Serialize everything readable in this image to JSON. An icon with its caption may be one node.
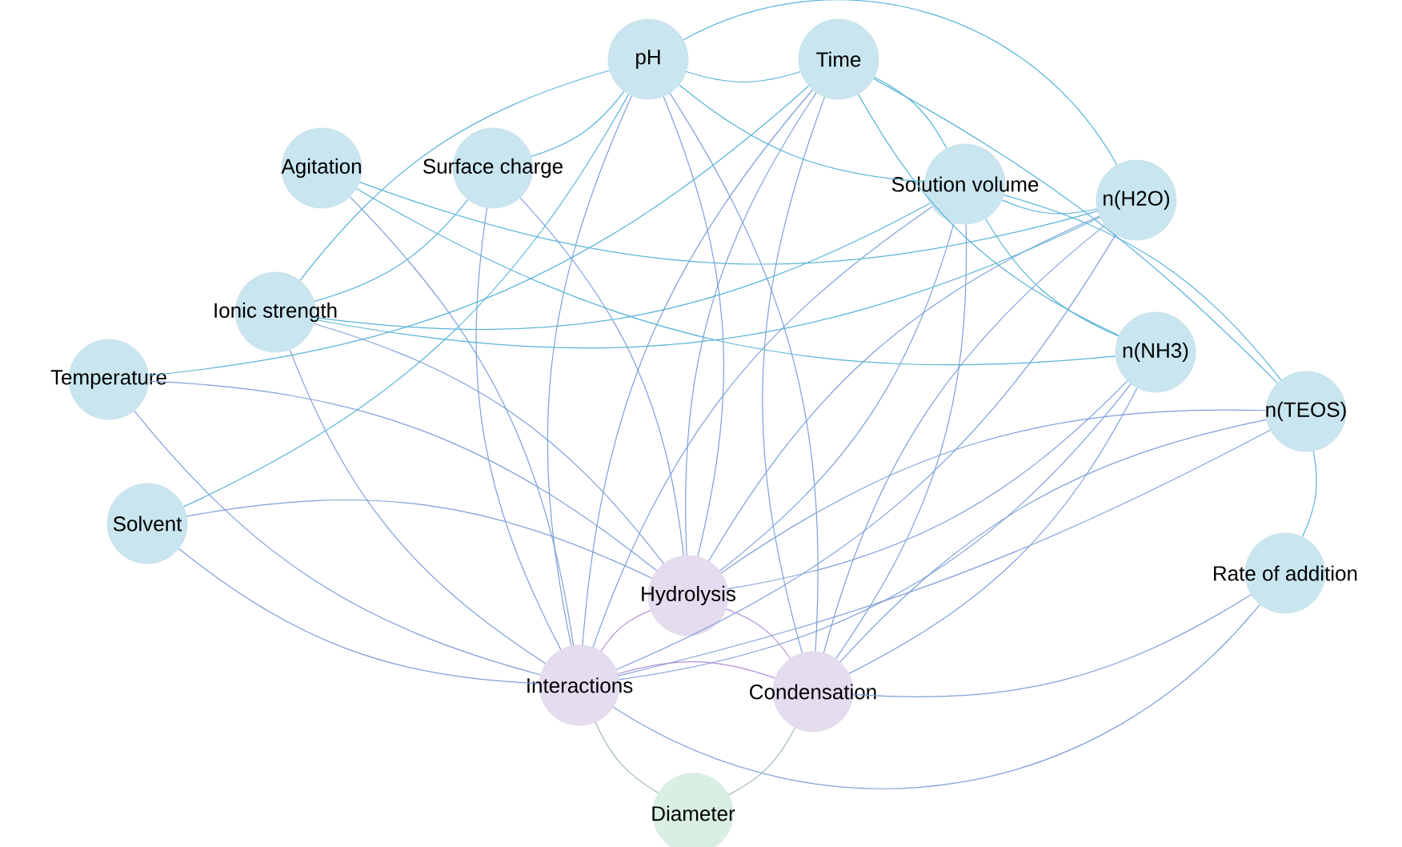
{
  "diagram": {
    "nodes": [
      {
        "text": [
          "pH"
        ]
      },
      {
        "text": [
          "Time"
        ]
      },
      {
        "text": [
          "Agitation"
        ]
      },
      {
        "text": [
          "Surface charge"
        ]
      },
      {
        "text": [
          "Solution volume"
        ]
      },
      {
        "text": [
          "n(H2O)"
        ]
      },
      {
        "text": [
          "Ionic strength"
        ]
      },
      {
        "text": [
          "n(NH3)"
        ]
      },
      {
        "text": [
          "Temperature"
        ]
      },
      {
        "text": [
          "n(TEOS)"
        ]
      },
      {
        "text": [
          "Solvent"
        ]
      },
      {
        "text": [
          "Rate of addition"
        ]
      },
      {
        "text": [
          "Hydrolysis"
        ]
      },
      {
        "text": [
          "Interactions"
        ]
      },
      {
        "text": [
          "Condensation"
        ]
      },
      {
        "text": [
          "Diameter"
        ]
      }
    ],
    "edges": [
      {
        "from": 0,
        "to": 12,
        "arrow": "none"
      },
      {
        "from": 0,
        "to": 13,
        "arrow": "none"
      },
      {
        "from": 0,
        "to": 14,
        "arrow": "none"
      },
      {
        "from": 1,
        "to": 12,
        "arrow": "none"
      },
      {
        "from": 1,
        "to": 13,
        "arrow": "none"
      },
      {
        "from": 1,
        "to": 14,
        "arrow": "none"
      },
      {
        "from": 3,
        "to": 12,
        "arrow": "none"
      },
      {
        "from": 3,
        "to": 13,
        "arrow": "none"
      },
      {
        "from": 4,
        "to": 12,
        "arrow": "none"
      },
      {
        "from": 4,
        "to": 13,
        "arrow": "none"
      },
      {
        "from": 4,
        "to": 14,
        "arrow": "none"
      },
      {
        "from": 5,
        "to": 12,
        "arrow": "none"
      },
      {
        "from": 5,
        "to": 13,
        "arrow": "none"
      },
      {
        "from": 5,
        "to": 14,
        "arrow": "none"
      },
      {
        "from": 7,
        "to": 12,
        "arrow": "none"
      },
      {
        "from": 7,
        "to": 13,
        "arrow": "none"
      },
      {
        "from": 7,
        "to": 14,
        "arrow": "none"
      },
      {
        "from": 9,
        "to": 12,
        "arrow": "none"
      },
      {
        "from": 9,
        "to": 13,
        "arrow": "none"
      },
      {
        "from": 9,
        "to": 14,
        "arrow": "none"
      },
      {
        "from": 8,
        "to": 12,
        "arrow": "none"
      },
      {
        "from": 8,
        "to": 13,
        "arrow": "none"
      },
      {
        "from": 10,
        "to": 12,
        "arrow": "none"
      },
      {
        "from": 10,
        "to": 13,
        "arrow": "none"
      },
      {
        "from": 6,
        "to": 12,
        "arrow": "none"
      },
      {
        "from": 6,
        "to": 13,
        "arrow": "none"
      },
      {
        "from": 2,
        "to": 13,
        "arrow": "none"
      },
      {
        "from": 11,
        "to": 13,
        "arrow": "none"
      },
      {
        "from": 11,
        "to": 14,
        "arrow": "none"
      },
      {
        "from": 0,
        "to": 1,
        "arrow": "none",
        "color": "#5ab4d8"
      },
      {
        "from": 0,
        "to": 4,
        "arrow": "none",
        "color": "#5ab4d8"
      },
      {
        "from": 0,
        "to": 5,
        "arrow": "none",
        "color": "#5ab4d8"
      },
      {
        "from": 0,
        "to": 3,
        "arrow": "none",
        "color": "#5ab4d8"
      },
      {
        "from": 0,
        "to": 6,
        "arrow": "none",
        "color": "#5ab4d8"
      },
      {
        "from": 1,
        "to": 4,
        "arrow": "none",
        "color": "#5ab4d8"
      },
      {
        "from": 1,
        "to": 7,
        "arrow": "none",
        "color": "#5ab4d8"
      },
      {
        "from": 1,
        "to": 9,
        "arrow": "none",
        "color": "#5ab4d8"
      },
      {
        "from": 4,
        "to": 5,
        "arrow": "none",
        "color": "#5ab4d8"
      },
      {
        "from": 4,
        "to": 9,
        "arrow": "none",
        "color": "#5ab4d8"
      },
      {
        "from": 4,
        "to": 7,
        "arrow": "none",
        "color": "#5ab4d8"
      },
      {
        "from": 3,
        "to": 6,
        "arrow": "none",
        "color": "#5ab4d8"
      },
      {
        "from": 6,
        "to": 4,
        "arrow": "none",
        "color": "#5ab4d8"
      },
      {
        "from": 6,
        "to": 5,
        "arrow": "none",
        "color": "#5ab4d8"
      },
      {
        "from": 10,
        "to": 0,
        "arrow": "none",
        "color": "#5ab4d8"
      },
      {
        "from": 9,
        "to": 11,
        "arrow": "none",
        "color": "#5ab4d8"
      },
      {
        "from": 2,
        "to": 5,
        "arrow": "none",
        "color": "#5ab4d8"
      },
      {
        "from": 8,
        "to": 1,
        "arrow": "none",
        "color": "#5ab4d8"
      },
      {
        "from": 2,
        "to": 7,
        "arrow": "none",
        "color": "#5ab4d8"
      },
      {
        "from": 12,
        "to": 14,
        "arrow": "none",
        "color": "#b28fd6"
      },
      {
        "from": 12,
        "to": 13,
        "arrow": "none",
        "color": "#b28fd6"
      },
      {
        "from": 13,
        "to": 14,
        "arrow": "none",
        "color": "#b28fd6"
      },
      {
        "from": 13,
        "to": 15,
        "arrow": "none",
        "color": "#9fb8c0"
      },
      {
        "from": 14,
        "to": 15,
        "arrow": "none",
        "color": "#9fb8c0"
      }
    ]
  }
}
